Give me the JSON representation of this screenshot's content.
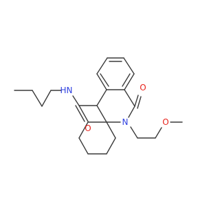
{
  "molecule": {
    "atom_labels": {
      "amide_nitrogen_symbol": "N",
      "amide_nitrogen_hydrogen": "H",
      "amide_oxygen": "O",
      "lactam_nitrogen": "N",
      "lactam_oxygen": "O",
      "ether_oxygen": "O"
    },
    "colors": {
      "bond": "#3a3a3a",
      "nitrogen": "#2d3fe0",
      "oxygen": "#e8231c",
      "background": "#ffffff"
    }
  }
}
